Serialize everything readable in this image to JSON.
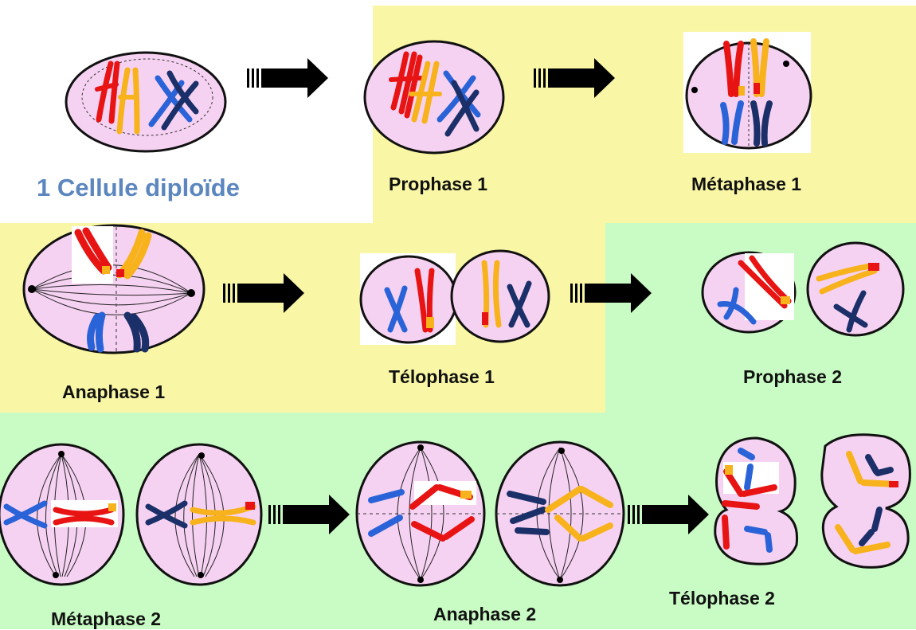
{
  "title": "1 Cellule diploïde",
  "stages": {
    "prophase1": "Prophase 1",
    "metaphase1": "Métaphase 1",
    "anaphase1": "Anaphase 1",
    "telophase1": "Télophase 1",
    "prophase2": "Prophase 2",
    "metaphase2": "Métaphase 2",
    "anaphase2": "Anaphase 2",
    "telophase2": "Télophase 2"
  },
  "colors": {
    "meiosis1_bg": "#f9f7a6",
    "meiosis2_bg": "#c9fbc5",
    "cell_fill": "#f6d2f2",
    "red": "#e81414",
    "yellow": "#f7b21c",
    "blue": "#2a63d8",
    "navy": "#1b2f68",
    "title_color": "#5b86be"
  }
}
